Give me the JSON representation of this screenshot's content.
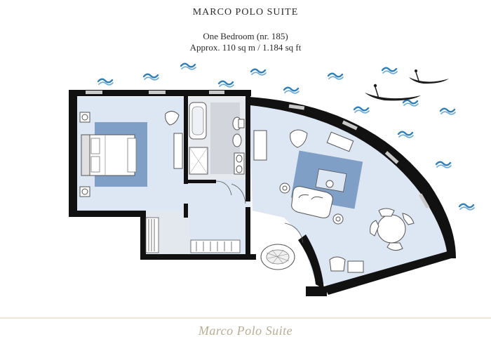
{
  "header": {
    "title": "MARCO POLO SUITE",
    "subtitle": "One Bedroom (nr. 185)",
    "area": "Approx. 110 sq m / 1.184 sq ft"
  },
  "footer": {
    "signature": "Marco Polo Suite"
  },
  "colors": {
    "wall": "#111111",
    "floor": "#dde6f3",
    "rug": "#7f9fc6",
    "water": "#2f7fb8",
    "gold": "#b9ae93"
  },
  "icons": [
    "wave-icon",
    "gondola-icon",
    "bed-icon",
    "bathtub-icon",
    "toilet-icon",
    "sofa-icon",
    "armchair-icon",
    "dining-table-icon",
    "stair-icon",
    "lamp-icon"
  ]
}
